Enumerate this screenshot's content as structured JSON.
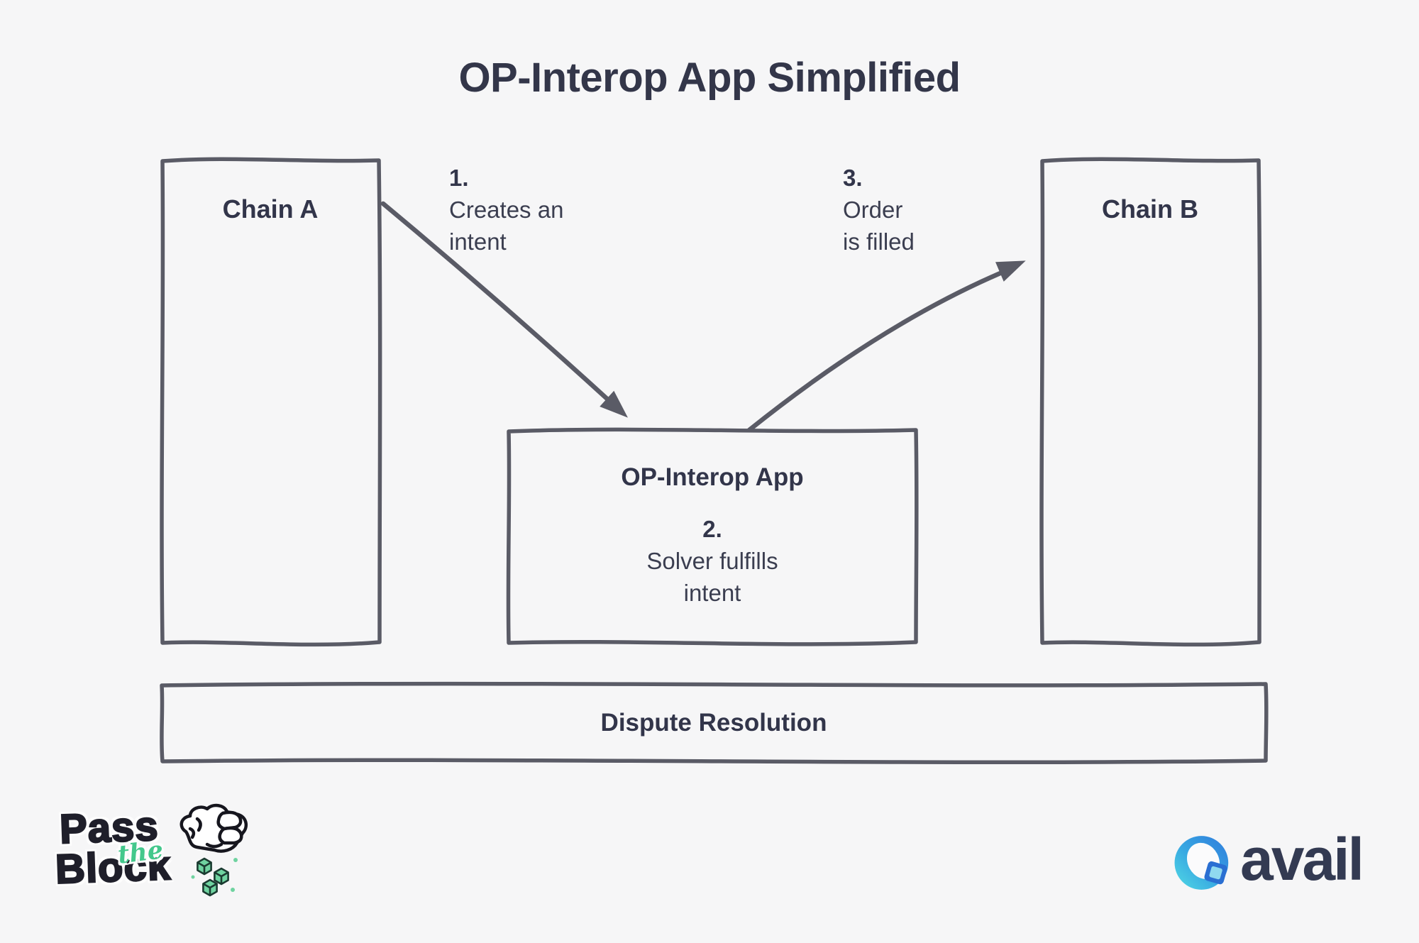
{
  "title": "OP-Interop App Simplified",
  "diagram": {
    "chain_a": {
      "label": "Chain A"
    },
    "chain_b": {
      "label": "Chain B"
    },
    "app": {
      "label": "OP-Interop App",
      "step_number": "2.",
      "step_text": "Solver fulfills\nintent"
    },
    "dispute": {
      "label": "Dispute Resolution"
    },
    "step1": {
      "number": "1.",
      "text": "Creates an\nintent"
    },
    "step3": {
      "number": "3.",
      "text": "Order\nis filled"
    }
  },
  "footer": {
    "pass_the_block": {
      "word1": "Pass",
      "word2": "the",
      "word3": "Block"
    },
    "avail": {
      "wordmark": "avail"
    }
  },
  "colors": {
    "background": "#f6f6f7",
    "stroke": "#5a5b66",
    "heading_text": "#32354a",
    "body_text": "#3b3e50",
    "logo_black": "#1f1f2a",
    "logo_green": "#43c88c",
    "dice_green": "#6fd3a0",
    "avail_blue": "#2f7bdc",
    "avail_cyan": "#52dbe4",
    "avail_text": "#333a52"
  }
}
